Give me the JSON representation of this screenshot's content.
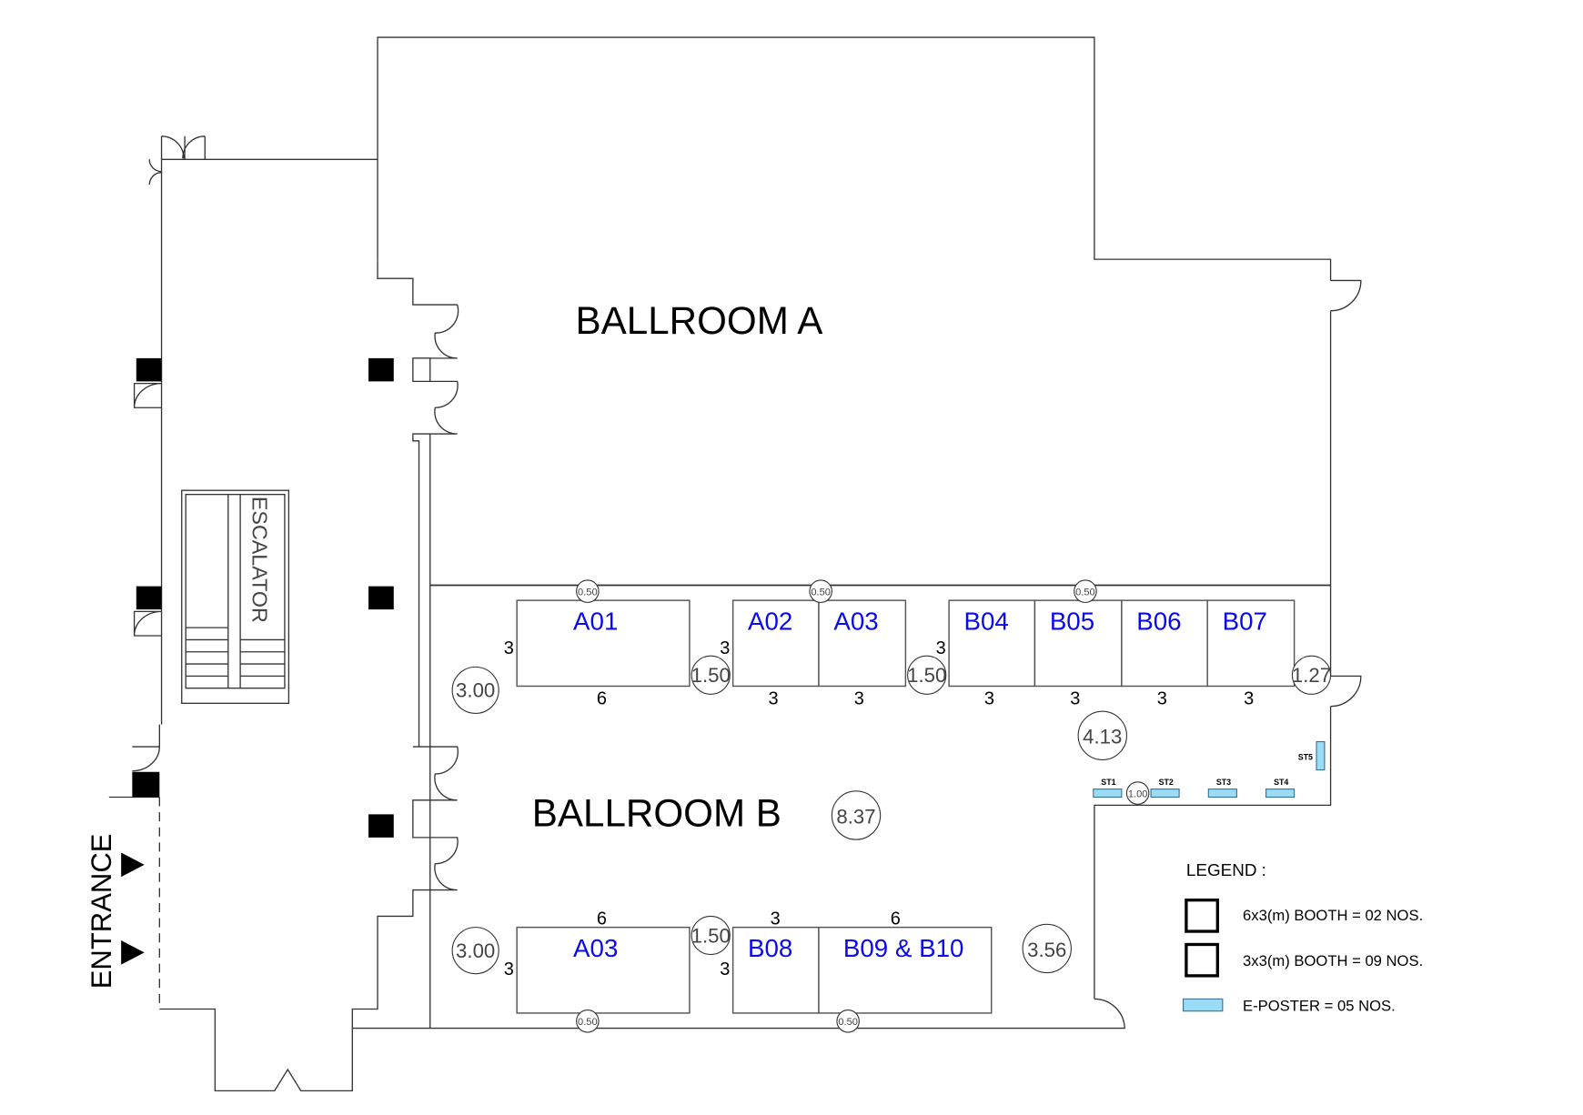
{
  "rooms": {
    "ballroom_a": "BALLROOM A",
    "ballroom_b": "BALLROOM B",
    "escalator": "ESCALATOR",
    "entrance": "ENTRANCE"
  },
  "booths_top": [
    {
      "label": "A01",
      "width": "6",
      "depth": "3"
    },
    {
      "label": "A02",
      "width": "3",
      "depth": "3"
    },
    {
      "label": "A03",
      "width": "3"
    },
    {
      "label": "B04",
      "width": "3",
      "depth": "3"
    },
    {
      "label": "B05",
      "width": "3"
    },
    {
      "label": "B06",
      "width": "3"
    },
    {
      "label": "B07",
      "width": "3"
    }
  ],
  "booths_bottom": [
    {
      "label": "A03",
      "width": "6",
      "depth": "3"
    },
    {
      "label": "B08",
      "width": "3",
      "depth": "3"
    },
    {
      "label": "B09 & B10",
      "width": "6"
    }
  ],
  "clearances": [
    "3.00",
    "1.50",
    "1.50",
    "1.27",
    "4.13",
    "8.37",
    "3.00",
    "1.50",
    "3.56",
    "1.00"
  ],
  "small_clearances": [
    "0.50",
    "0.50",
    "0.50",
    "0.50",
    "0.50"
  ],
  "eposters": [
    "ST1",
    "ST2",
    "ST3",
    "ST4",
    "ST5"
  ],
  "legend": {
    "title": "LEGEND :",
    "items": [
      "6x3(m) BOOTH = 02 NOS.",
      "3x3(m) BOOTH = 09 NOS.",
      "E-POSTER = 05 NOS."
    ]
  },
  "colors": {
    "booth_label": "#0a0aee",
    "eposter": "#9adcf5"
  }
}
